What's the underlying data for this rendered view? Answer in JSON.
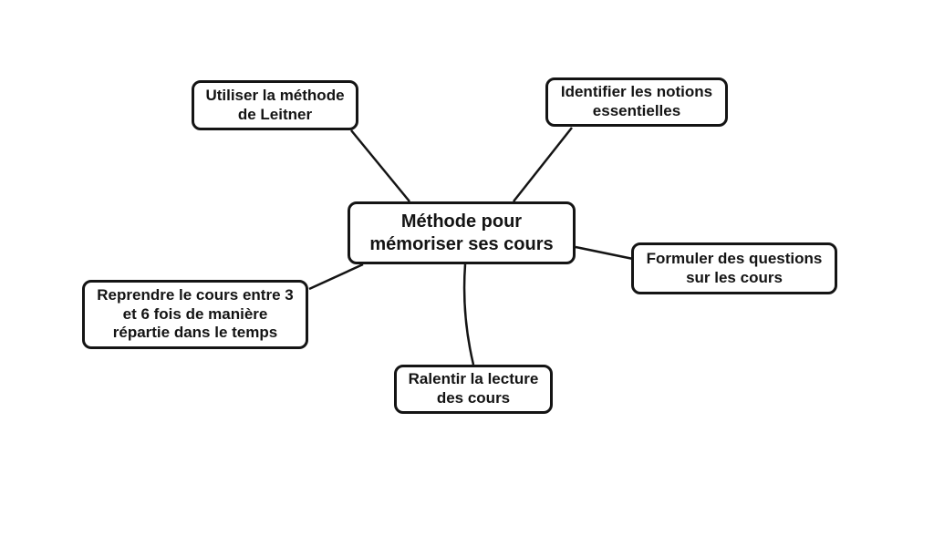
{
  "diagram": {
    "type": "mindmap",
    "colors": {
      "background": "#ffffff",
      "node_fill": "#ffffff",
      "node_border": "#141414",
      "text": "#141414",
      "connector": "#141414"
    },
    "center_node": {
      "label": "Méthode pour\nmémoriser ses cours"
    },
    "branch_nodes": [
      {
        "id": "leitner",
        "label": "Utiliser la méthode\nde Leitner"
      },
      {
        "id": "notions",
        "label": "Identifier les notions\nessentielles"
      },
      {
        "id": "questions",
        "label": "Formuler des questions\nsur les cours"
      },
      {
        "id": "reprendre",
        "label": "Reprendre le cours entre 3\net 6 fois de manière\nrépartie dans le temps"
      },
      {
        "id": "ralentir",
        "label": "Ralentir la lecture\ndes cours"
      }
    ]
  }
}
